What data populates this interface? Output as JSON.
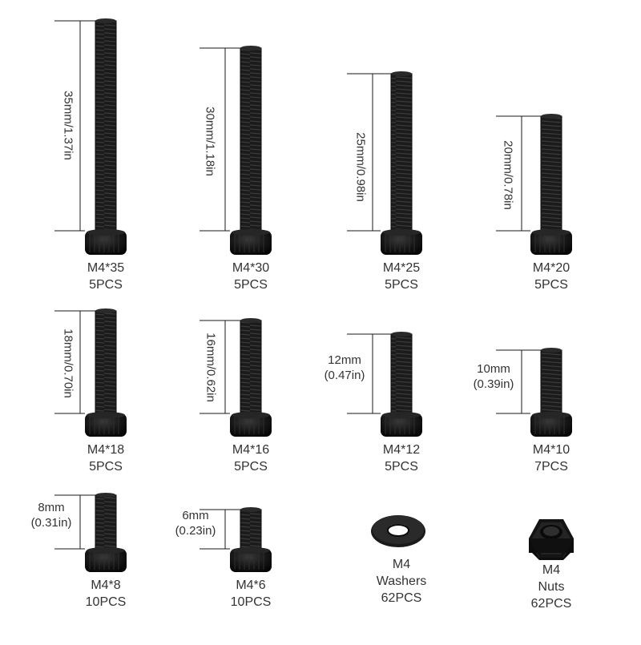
{
  "items": [
    {
      "name": "M4*35",
      "qty": "5PCS",
      "dim": "35mm/1.37in"
    },
    {
      "name": "M4*30",
      "qty": "5PCS",
      "dim": "30mm/1.18in"
    },
    {
      "name": "M4*25",
      "qty": "5PCS",
      "dim": "25mm/0.98in"
    },
    {
      "name": "M4*20",
      "qty": "5PCS",
      "dim": "20mm/0.78in"
    },
    {
      "name": "M4*18",
      "qty": "5PCS",
      "dim": "18mm/0.70in"
    },
    {
      "name": "M4*16",
      "qty": "5PCS",
      "dim": "16mm/0.62in"
    },
    {
      "name": "M4*12",
      "qty": "5PCS",
      "dim_mm": "12mm",
      "dim_in": "(0.47in)"
    },
    {
      "name": "M4*10",
      "qty": "7PCS",
      "dim_mm": "10mm",
      "dim_in": "(0.39in)"
    },
    {
      "name": "M4*8",
      "qty": "10PCS",
      "dim_mm": "8mm",
      "dim_in": "(0.31in)"
    },
    {
      "name": "M4*6",
      "qty": "10PCS",
      "dim_mm": "6mm",
      "dim_in": "(0.23in)"
    }
  ],
  "washers": {
    "line1": "M4",
    "line2": "Washers",
    "qty": "62PCS"
  },
  "nuts": {
    "line1": "M4",
    "line2": "Nuts",
    "qty": "62PCS"
  },
  "colors": {
    "hardware": "#141414",
    "dimension_line": "#1a1a1a",
    "text": "#333333"
  }
}
